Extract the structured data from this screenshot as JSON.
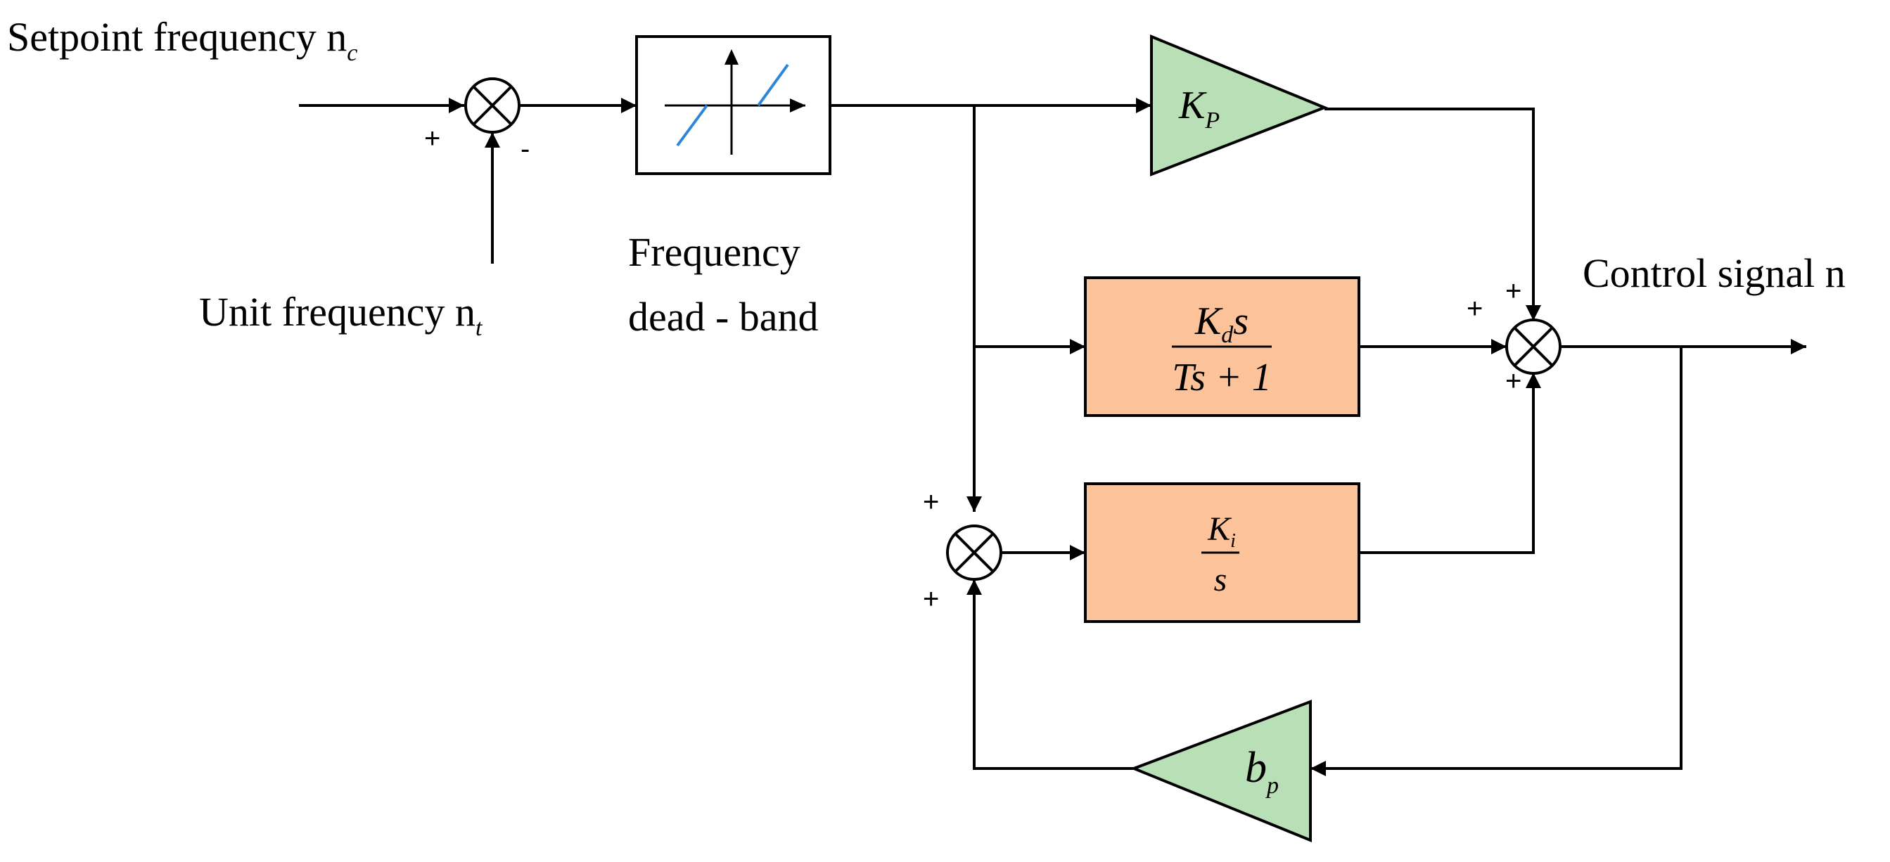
{
  "labels": {
    "setpoint": "Setpoint frequency n",
    "setpoint_sub": "c",
    "unit": "Unit frequency n",
    "unit_sub": "t",
    "deadband_line1": "Frequency",
    "deadband_line2": "dead - band",
    "output": "Control signal n"
  },
  "signs": {
    "sum1_plus": "+",
    "sum1_minus": "-",
    "sum2_top": "+",
    "sum2_left": "+",
    "sum2_bottom": "+",
    "sum3_top": "+",
    "sum3_bottom": "+"
  },
  "blocks": {
    "kp": {
      "base": "K",
      "sub": "P"
    },
    "kd": {
      "num_base": "K",
      "num_sub": "d",
      "num_tail": "s",
      "den": "Ts + 1"
    },
    "ki": {
      "num_base": "K",
      "num_sub": "i",
      "den": "s"
    },
    "bp": {
      "base": "b",
      "sub": "p"
    }
  },
  "colors": {
    "gain_fill": "#b8dfb5",
    "block_fill": "#fcc39a",
    "deadband_curve": "#2e86d9",
    "line": "#000000"
  }
}
